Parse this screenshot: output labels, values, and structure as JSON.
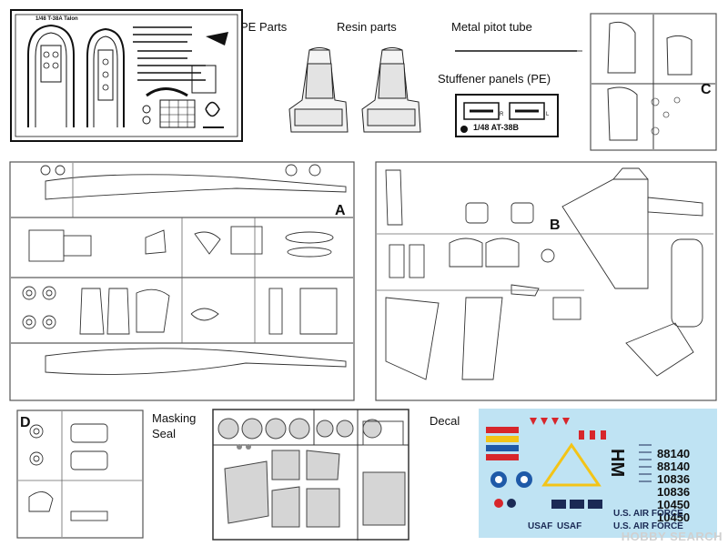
{
  "labels": {
    "pe_parts": "PE Parts",
    "resin_parts": "Resin parts",
    "metal_pitot": "Metal pitot tube",
    "stuffener": "Stuffener panels (PE)",
    "masking": "Masking",
    "seal": "Seal",
    "decal": "Decal"
  },
  "pe_fret": {
    "title": "1/48 T-38A Talon"
  },
  "stuffener_plate": {
    "code": "1/48 AT-38B",
    "side_l": "L",
    "side_r": "R"
  },
  "sprues": {
    "a": "A",
    "b": "B",
    "c": "C",
    "d": "D"
  },
  "decal": {
    "serials": [
      "88140",
      "88140",
      "10836",
      "10836",
      "10450",
      "10450"
    ],
    "tail_code": "HM",
    "air_force_1": "U.S. AIR FORCE",
    "air_force_2": "U.S. AIR FORCE",
    "usaf_1": "USAF",
    "usaf_2": "USAF",
    "colors": {
      "sky": "#bfe3f3",
      "red": "#d7262b",
      "yellow": "#f3c417",
      "blue": "#1f5aa8",
      "navy": "#1b2a55"
    }
  },
  "watermark": "HOBBY SEARCH"
}
